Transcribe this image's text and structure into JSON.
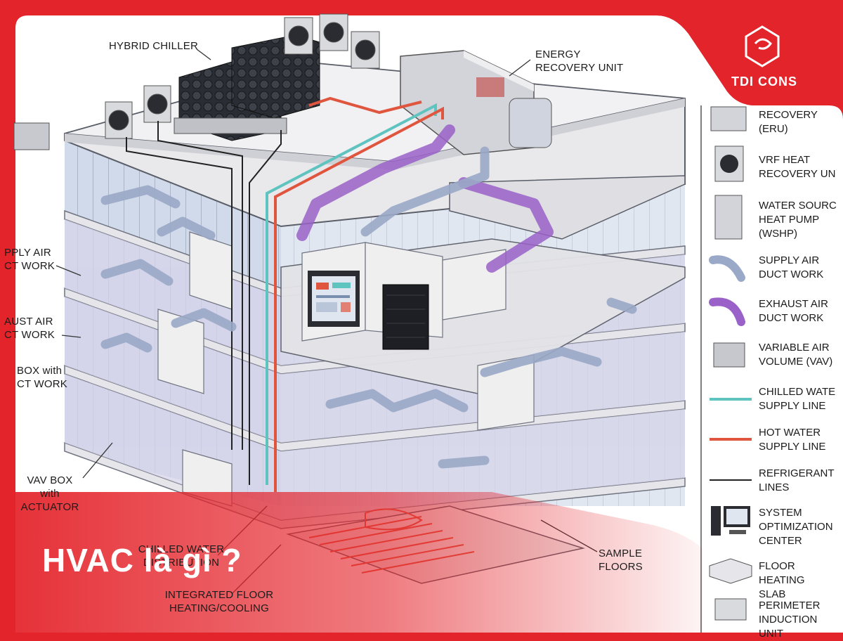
{
  "brand": {
    "name": "TDI CONS",
    "color": "#e4242b"
  },
  "headline": "HVAC là gì ?",
  "callouts": {
    "hybrid_chiller": "HYBRID CHILLER",
    "energy_recovery": "ENERGY\nRECOVERY UNIT",
    "supply_air": "PPLY AIR\nCT WORK",
    "exhaust_air": "AUST AIR\nCT WORK",
    "box_with": "BOX with\nCT WORK",
    "vav_box": "VAV BOX\nwith ACTUATOR",
    "chilled_water": "CHILLED WATER\nDISTRIBUTION",
    "floor_heating": "INTEGRATED FLOOR\nHEATING/COOLING",
    "sample_floors": "SAMPLE\nFLOORS"
  },
  "monitor_screen": {
    "icon": "system-optimization-dashboard"
  },
  "legend": [
    {
      "text": "RECOVERY\n(ERU)",
      "icon": "eru-icon"
    },
    {
      "text": "VRF HEAT\nRECOVERY UN",
      "icon": "vrf-icon"
    },
    {
      "text": "WATER SOURC\nHEAT PUMP\n(WSHP)",
      "icon": "wshp-icon"
    },
    {
      "text": "SUPPLY AIR\nDUCT WORK",
      "icon": "supply-duct-icon"
    },
    {
      "text": "EXHAUST AIR\nDUCT WORK",
      "icon": "exhaust-duct-icon"
    },
    {
      "text": "VARIABLE AIR\nVOLUME (VAV)",
      "icon": "vav-icon"
    },
    {
      "text": "CHILLED WATE\nSUPPLY LINE",
      "icon": "chilled-line-icon",
      "color": "#5fc3c0"
    },
    {
      "text": "HOT WATER\nSUPPLY LINE",
      "icon": "hot-line-icon",
      "color": "#e0553e"
    },
    {
      "text": "REFRIGERANT\nLINES",
      "icon": "refrigerant-line-icon",
      "color": "#222222"
    },
    {
      "text": "SYSTEM\nOPTIMIZATION\nCENTER",
      "icon": "computer-icon"
    },
    {
      "text": "FLOOR HEATING\nSLAB",
      "icon": "slab-icon"
    },
    {
      "text": "PERIMETER\nINDUCTION UNIT",
      "icon": "induction-unit-icon"
    }
  ],
  "colors": {
    "duct_supply": "#9aa9c7",
    "duct_exhaust": "#9a62c8",
    "floor_tint": "#d6d4ea"
  }
}
